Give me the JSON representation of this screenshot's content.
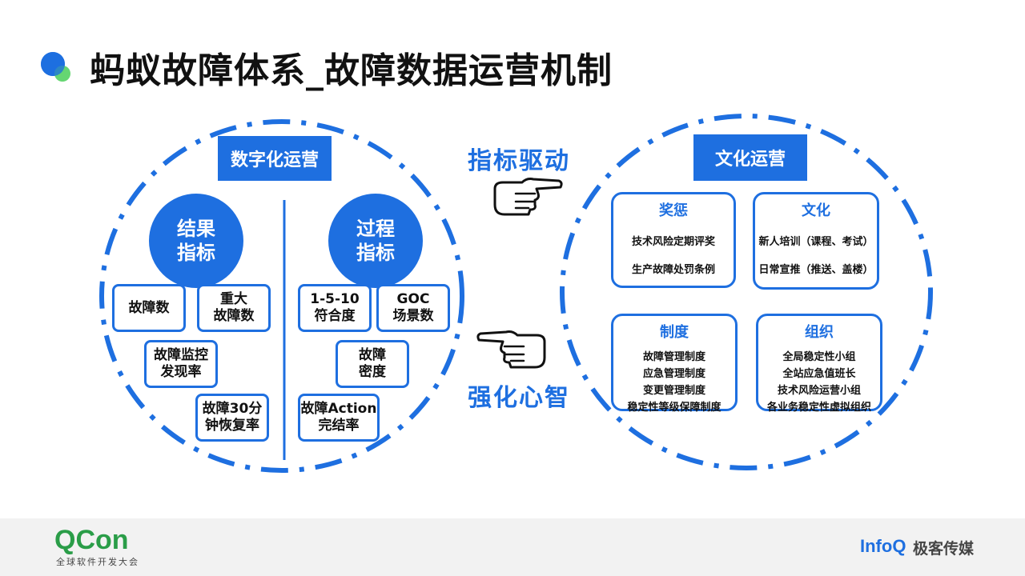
{
  "title": "蚂蚁故障体系_故障数据运营机制",
  "left": {
    "tag": "数字化运营",
    "result": {
      "circle_line1": "结果",
      "circle_line2": "指标",
      "items": [
        {
          "l1": "故障数",
          "l2": ""
        },
        {
          "l1": "重大",
          "l2": "故障数"
        },
        {
          "l1": "故障监控",
          "l2": "发现率"
        },
        {
          "l1": "故障30分",
          "l2": "钟恢复率"
        }
      ]
    },
    "process": {
      "circle_line1": "过程",
      "circle_line2": "指标",
      "items": [
        {
          "l1": "1-5-10",
          "l2": "符合度"
        },
        {
          "l1": "GOC",
          "l2": "场景数"
        },
        {
          "l1": "故障",
          "l2": "密度"
        },
        {
          "l1": "故障Action",
          "l2": "完结率"
        }
      ]
    }
  },
  "middle": {
    "top_label": "指标驱动",
    "bottom_label": "强化心智",
    "hand_right_icon": "pointing-right-hand",
    "hand_left_icon": "pointing-left-hand"
  },
  "right": {
    "tag": "文化运营",
    "boxes": [
      {
        "header": "奖惩",
        "lines": [
          "技术风险定期评奖",
          "生产故障处罚条例"
        ]
      },
      {
        "header": "文化",
        "lines": [
          "新人培训（课程、考试）",
          "日常宣推（推送、盖楼）"
        ]
      },
      {
        "header": "制度",
        "lines": [
          "故障管理制度",
          "应急管理制度",
          "变更管理制度",
          "稳定性等级保障制度"
        ]
      },
      {
        "header": "组织",
        "lines": [
          "全局稳定性小组",
          "全站应急值班长",
          "技术风险运营小组",
          "各业务稳定性虚拟组织"
        ]
      }
    ]
  },
  "footer": {
    "qcon_logo": "QCon",
    "qcon_sub": "全球软件开发大会",
    "infoq_logo": "InfoQ",
    "infoq_cn": "极客传媒"
  },
  "colors": {
    "accent": "#1E6FE0",
    "brand_green": "#2a9d48"
  }
}
